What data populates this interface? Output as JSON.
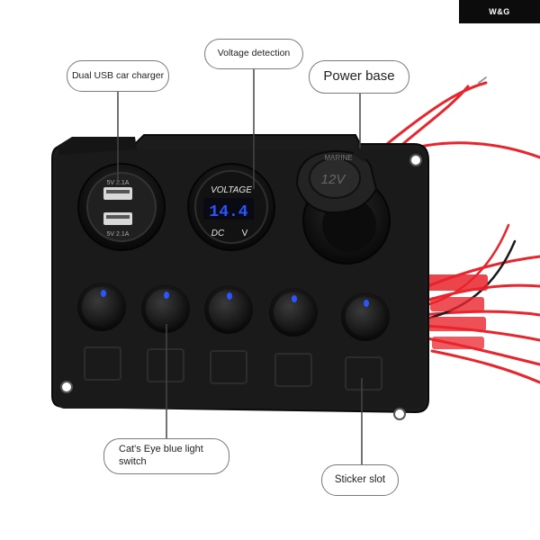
{
  "brand": {
    "logo_text": "W&G"
  },
  "callouts": {
    "usb_charger": "Dual USB car charger",
    "voltage_detection": "Voltage detection",
    "power_base": "Power base",
    "switch": "Cat's Eye blue light switch",
    "sticker_slot": "Sticker slot"
  },
  "panel": {
    "usb": {
      "port_top": "5V 2.1A",
      "port_bottom": "5V 2.1A"
    },
    "voltmeter": {
      "title": "VOLTAGE",
      "reading": "14.4",
      "dc_label": "DC",
      "unit": "V"
    },
    "socket_cap": {
      "top_text": "MARINE",
      "voltage": "12V"
    },
    "switch_count": 5
  },
  "colors": {
    "panel": "#1a1a1a",
    "blue_led": "#2a55ff",
    "wire_red": "#e8242c",
    "wire_black": "#1a1a1a"
  }
}
